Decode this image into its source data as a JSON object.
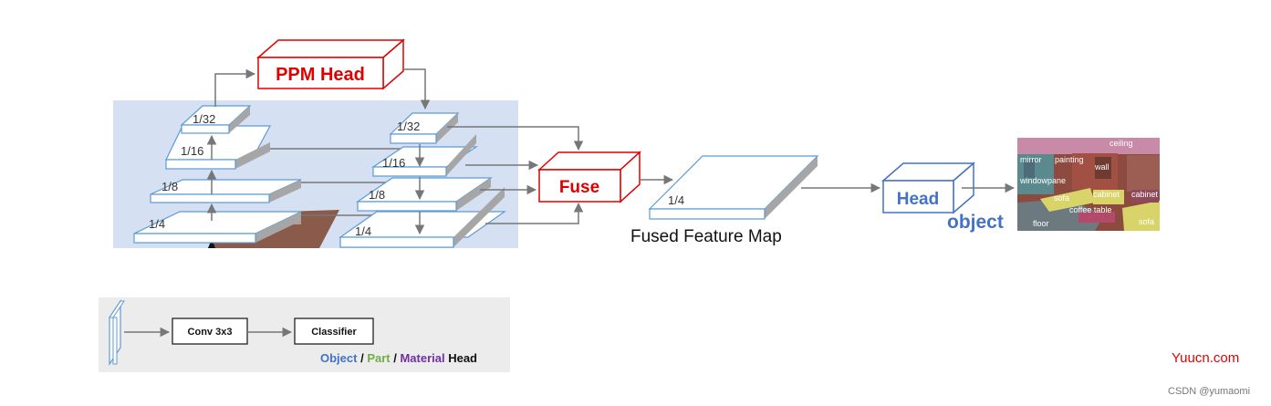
{
  "diagram": {
    "ppm_head_label": "PPM Head",
    "fuse_label": "Fuse",
    "head_label": "Head",
    "object_label": "object",
    "fused_feature_map_label": "Fused Feature Map",
    "fused_scale": "1/4",
    "backbone_scales": [
      "1/32",
      "1/16",
      "1/8",
      "1/4"
    ],
    "fpn_scales": [
      "1/32",
      "1/16",
      "1/8",
      "1/4"
    ],
    "segmentation_labels": [
      "ceiling",
      "mirror",
      "painting",
      "wall",
      "windowpane",
      "sofa",
      "cabinet",
      "cabinet",
      "coffee table",
      "floor",
      "sofa"
    ]
  },
  "legend": {
    "conv_label": "Conv 3x3",
    "classifier_label": "Classifier",
    "object_word": "Object",
    "sep1": " / ",
    "part_word": "Part",
    "sep2": " / ",
    "material_word": "Material",
    "head_word": " Head"
  },
  "colors": {
    "ppm_red": "#e00000",
    "head_blue": "#4472c4",
    "panel_blue": "#d6e0f3",
    "legend_gray": "#ececec",
    "part_green": "#70ad47",
    "material_purple": "#7030a0"
  },
  "watermark": {
    "site": "Yuucn.com",
    "credit": "CSDN @yumaomi"
  }
}
